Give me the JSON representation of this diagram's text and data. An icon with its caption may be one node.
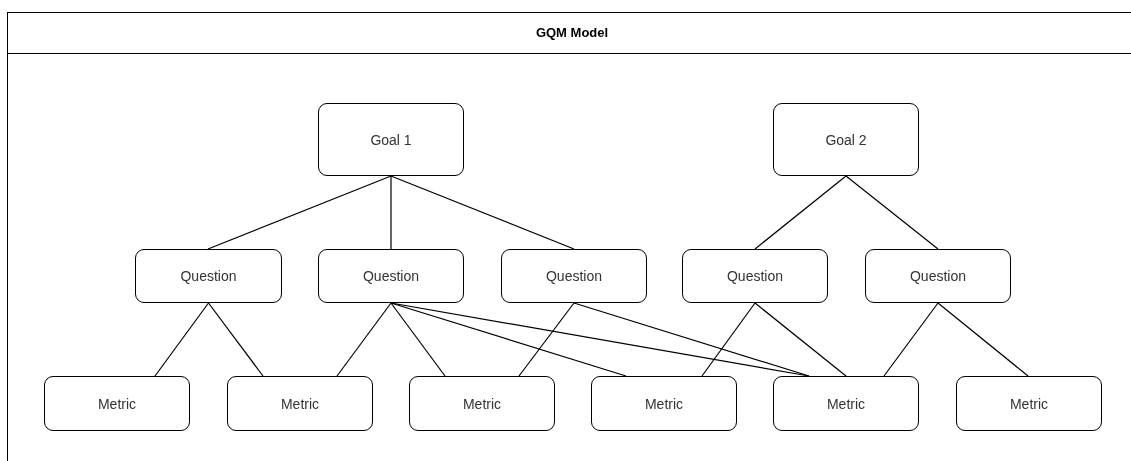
{
  "diagram": {
    "nodes": [
      {
        "text": [
          "GQM Model"
        ]
      },
      {
        "text": [
          "Goal 1"
        ],
        "in": 0
      },
      {
        "text": [
          "Goal 2"
        ],
        "in": 0
      },
      {
        "text": [
          "Question"
        ],
        "in": 0
      },
      {
        "text": [
          "Question"
        ],
        "in": 0
      },
      {
        "text": [
          "Question"
        ],
        "in": 0
      },
      {
        "text": [
          "Question"
        ],
        "in": 0
      },
      {
        "text": [
          "Question"
        ],
        "in": 0
      },
      {
        "text": [
          "Metric"
        ],
        "in": 0
      },
      {
        "text": [
          "Metric"
        ],
        "in": 0
      },
      {
        "text": [
          "Metric"
        ],
        "in": 0
      },
      {
        "text": [
          "Metric"
        ],
        "in": 0
      },
      {
        "text": [
          "Metric"
        ],
        "in": 0
      },
      {
        "text": [
          "Metric"
        ],
        "in": 0
      }
    ],
    "edges": [
      {
        "from": 1,
        "to": 3,
        "arrow": "none"
      },
      {
        "from": 1,
        "to": 4,
        "arrow": "none"
      },
      {
        "from": 1,
        "to": 5,
        "arrow": "none"
      },
      {
        "from": 2,
        "to": 6,
        "arrow": "none"
      },
      {
        "from": 2,
        "to": 7,
        "arrow": "none"
      },
      {
        "from": 3,
        "to": 8,
        "arrow": "none"
      },
      {
        "from": 3,
        "to": 9,
        "arrow": "none"
      },
      {
        "from": 4,
        "to": 9,
        "arrow": "none"
      },
      {
        "from": 4,
        "to": 10,
        "arrow": "none"
      },
      {
        "from": 4,
        "to": 11,
        "arrow": "none"
      },
      {
        "from": 4,
        "to": 12,
        "arrow": "none"
      },
      {
        "from": 5,
        "to": 10,
        "arrow": "none"
      },
      {
        "from": 5,
        "to": 12,
        "arrow": "none"
      },
      {
        "from": 6,
        "to": 11,
        "arrow": "none"
      },
      {
        "from": 6,
        "to": 12,
        "arrow": "none"
      },
      {
        "from": 7,
        "to": 12,
        "arrow": "none"
      },
      {
        "from": 7,
        "to": 13,
        "arrow": "none"
      }
    ]
  }
}
